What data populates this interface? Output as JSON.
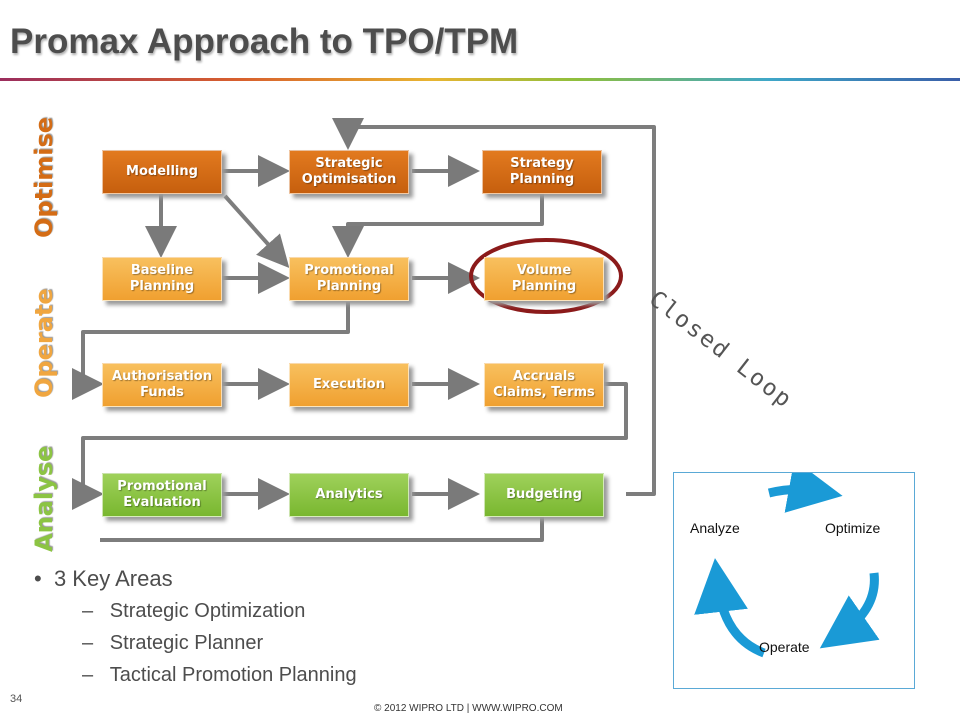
{
  "title": "Promax Approach to TPO/TPM",
  "sections": {
    "optimise": "Optimise",
    "operate": "Operate",
    "analyse": "Analyse"
  },
  "boxes": {
    "modelling": [
      "Modelling"
    ],
    "strategic_optimisation": [
      "Strategic",
      "Optimisation"
    ],
    "strategy_planning": [
      "Strategy",
      "Planning"
    ],
    "baseline_planning": [
      "Baseline",
      "Planning"
    ],
    "promotional_planning": [
      "Promotional",
      "Planning"
    ],
    "volume_planning": [
      "Volume",
      "Planning"
    ],
    "authorisation_funds": [
      "Authorisation",
      "Funds"
    ],
    "execution": [
      "Execution"
    ],
    "accruals": [
      "Accruals",
      "Claims, Terms"
    ],
    "promotional_evaluation": [
      "Promotional",
      "Evaluation"
    ],
    "analytics": [
      "Analytics"
    ],
    "budgeting": [
      "Budgeting"
    ]
  },
  "annotation": "Closed Loop",
  "bullets": {
    "main": "3 Key Areas",
    "sub": [
      "Strategic Optimization",
      "Strategic Planner",
      "Tactical Promotion Planning"
    ]
  },
  "cycle": {
    "analyze": "Analyze",
    "optimize": "Optimize",
    "operate": "Operate"
  },
  "page_number": "34",
  "footer": "© 2012 WIPRO LTD | WWW.WIPRO.COM",
  "colors": {
    "dark_orange": "#d46c15",
    "light_orange": "#f4ad45",
    "green": "#8cc443",
    "highlight_circle": "#8b1a1a",
    "cycle_arrow": "#1a9ad6"
  }
}
